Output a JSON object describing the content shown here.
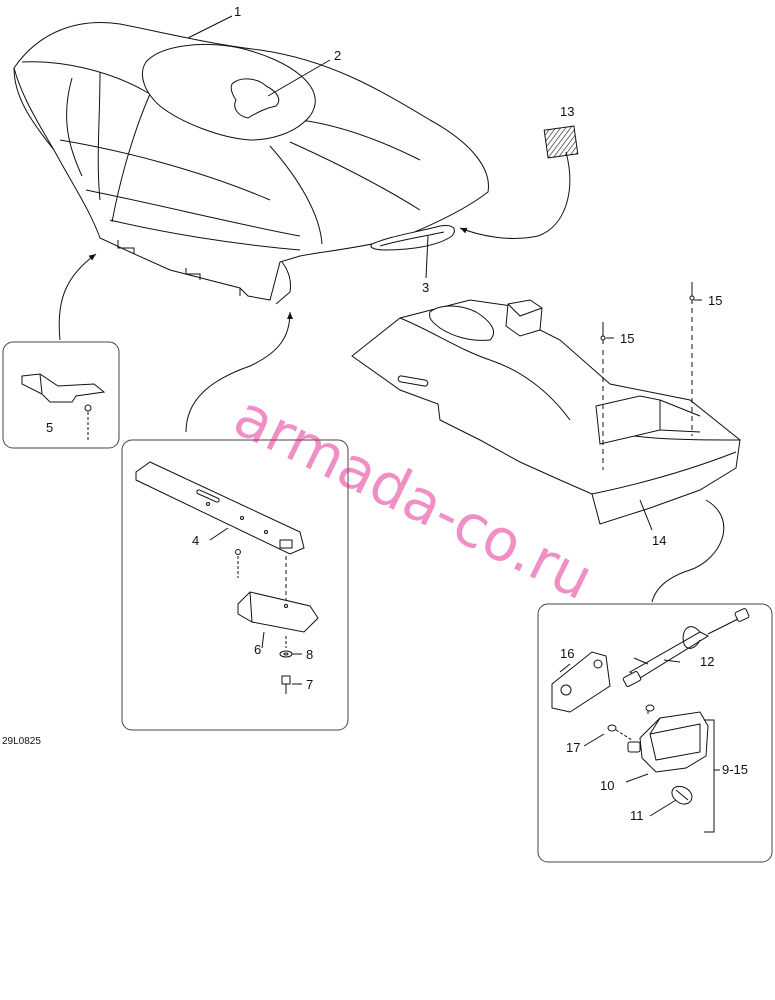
{
  "drawing_code": "29L0825",
  "watermark": "armada-co.ru",
  "callouts": {
    "seat": "1",
    "seat_handle_mark": "2",
    "seat_latch": "3",
    "bracket_rod": "4",
    "bracket_small": "5",
    "bumper": "6",
    "screw": "7",
    "washer": "8",
    "light_assembly": "9-15",
    "tail_light": "10",
    "bulb": "11",
    "harness": "12",
    "decal": "13",
    "seat_base": "14",
    "stud_left": "15",
    "stud_right": "15",
    "light_bracket": "16",
    "nut": "17"
  },
  "colors": {
    "line": "#111111",
    "watermark": "#e0218a"
  }
}
